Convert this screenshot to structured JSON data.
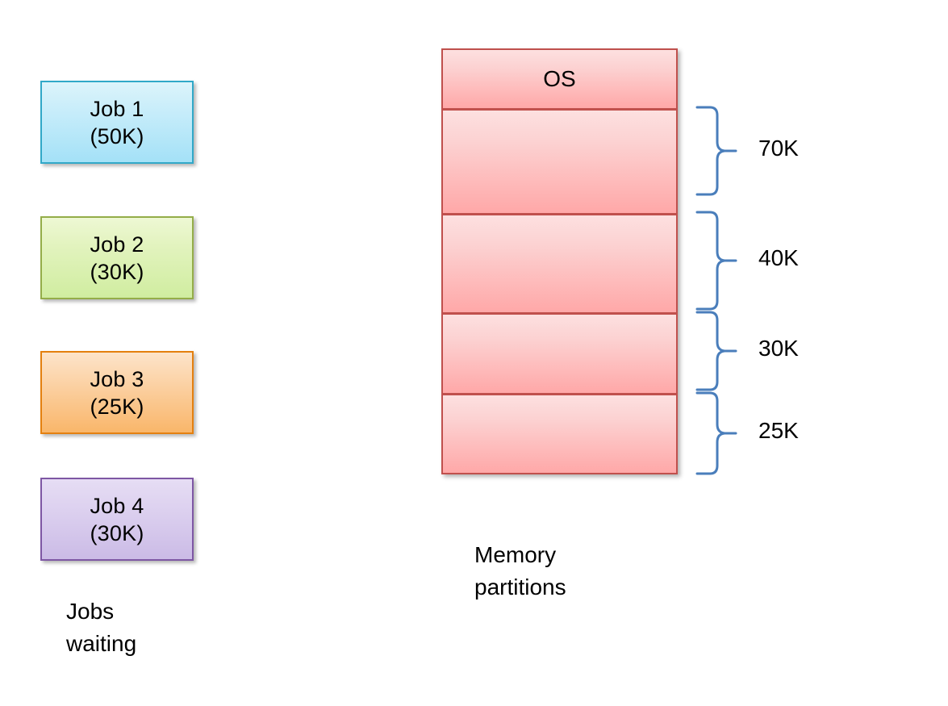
{
  "diagram": {
    "title_implicit": "Memory partition allocation",
    "jobs_caption": "Jobs\nwaiting",
    "memory_caption": "Memory\npartitions",
    "jobs": [
      {
        "name": "Job 1",
        "size": "(50K)",
        "size_value": 50,
        "unit": "K",
        "color": "#a4e1f7",
        "border": "#31a8c8"
      },
      {
        "name": "Job 2",
        "size": "(30K)",
        "size_value": 30,
        "unit": "K",
        "color": "#d0eda0",
        "border": "#94ad49"
      },
      {
        "name": "Job 3",
        "size": "(25K)",
        "size_value": 25,
        "unit": "K",
        "color": "#f9b66a",
        "border": "#e4800f"
      },
      {
        "name": "Job 4",
        "size": "(30K)",
        "size_value": 30,
        "unit": "K",
        "color": "#cbbbe6",
        "border": "#7e57a4"
      }
    ],
    "partitions": [
      {
        "label": "OS",
        "brace_label": "",
        "size_value": null,
        "has_brace": false
      },
      {
        "label": "",
        "brace_label": "70K",
        "size_value": 70,
        "has_brace": true
      },
      {
        "label": "",
        "brace_label": "40K",
        "size_value": 40,
        "has_brace": true
      },
      {
        "label": "",
        "brace_label": "30K",
        "size_value": 30,
        "has_brace": true
      },
      {
        "label": "",
        "brace_label": "25K",
        "size_value": 25,
        "has_brace": true
      }
    ],
    "colors": {
      "partition_fill_top": "#fde0e0",
      "partition_fill_bottom": "#ffa8a8",
      "partition_border": "#c0504d",
      "brace_stroke": "#4a7ebb",
      "text": "#000000",
      "background": "#ffffff"
    }
  }
}
